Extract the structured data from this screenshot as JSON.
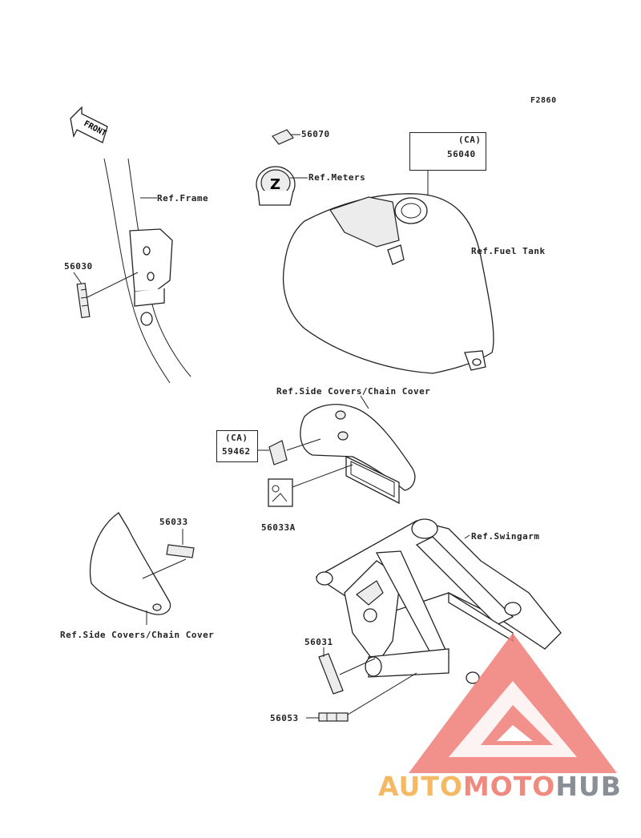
{
  "figure_code": "F2860",
  "front_arrow": "FRONT",
  "labels": {
    "p56070": "56070",
    "ref_meters": "Ref.Meters",
    "ca_tank": "(CA)",
    "p56040": "56040",
    "ref_fuel_tank": "Ref.Fuel Tank",
    "ref_frame": "Ref.Frame",
    "p56030": "56030",
    "ref_side_covers_top": "Ref.Side Covers/Chain Cover",
    "ca_cover": "(CA)",
    "p59462": "59462",
    "p56033A": "56033A",
    "p56033": "56033",
    "ref_side_covers_left": "Ref.Side Covers/Chain Cover",
    "ref_swingarm": "Ref.Swingarm",
    "p56031": "56031",
    "p56053": "56053"
  },
  "watermark": {
    "part1": "AUTO",
    "part2": "MOTO",
    "part3": "HUB",
    "colors": {
      "auto": "#f5b963",
      "moto": "#f08a7e",
      "hub": "#8a8f96",
      "triangle": "#f07e79"
    }
  }
}
